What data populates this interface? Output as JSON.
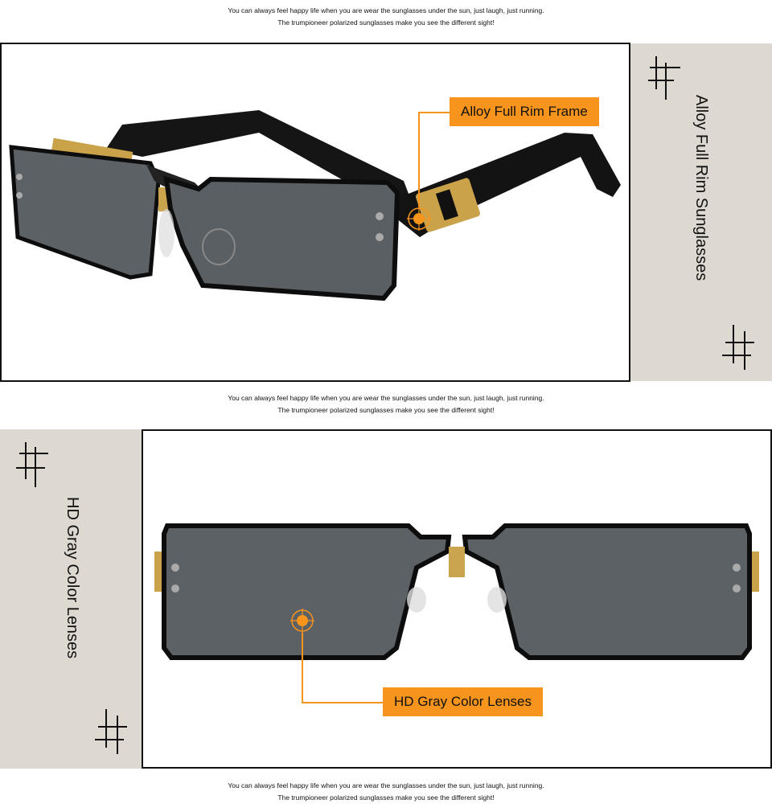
{
  "captions": {
    "line1": "You can always feel happy life when you are wear the sunglasses under the sun, just laugh, just running.",
    "line2": "The trumpioneer polarized sunglasses make you see the different sight!"
  },
  "section1": {
    "side_label": "Alloy Full Rim Sunglasses",
    "callout": "Alloy Full Rim Frame"
  },
  "section2": {
    "side_label": "HD Gray Color Lenses",
    "callout": "HD Gray Color Lenses"
  },
  "colors": {
    "band": "#ddd9d1",
    "accent": "#f7941d",
    "frame": "#111111"
  },
  "icons": [
    "hash-deco-icon"
  ]
}
